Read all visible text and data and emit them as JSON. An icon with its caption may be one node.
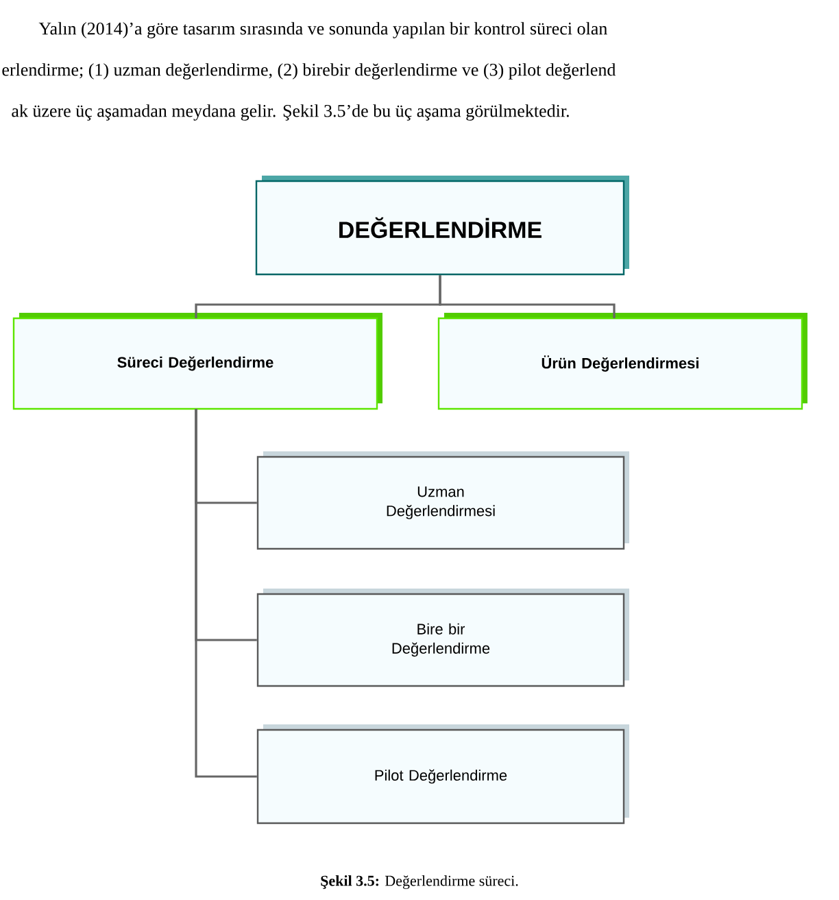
{
  "diagram": {
    "caption": "**Şekil 3.5:** Değerlendirme süreci.",
    "nodes": [
      {
        "text": [
          "DEĞERLENDİRME"
        ]
      },
      {
        "text": [
          "Süreci Değerlendirme"
        ]
      },
      {
        "text": [
          "Ürün Değerlendirmesi"
        ]
      },
      {
        "text": [
          "Uzman Değerlendirmesi"
        ]
      },
      {
        "text": [
          "Bire bir Değerlendirme"
        ]
      },
      {
        "text": [
          "Pilot Değerlendirme"
        ]
      }
    ],
    "edges": [
      {
        "from": 0,
        "to": 1,
        "arrow": "none"
      },
      {
        "from": 0,
        "to": 2,
        "arrow": "none"
      },
      {
        "from": 1,
        "to": 3,
        "arrow": "none"
      },
      {
        "from": 1,
        "to": 4,
        "arrow": "none"
      },
      {
        "from": 1,
        "to": 5,
        "arrow": "none"
      }
    ],
    "labels": [
      "Yalın (2014)’a göre tasarım sırasında ve sonunda yapılan bir kontrol süreci olan",
      "erlendirme; (1) uzman değerlendirme, (2) birebir değerlendirme ve (3) pilot değerlend",
      "ak üzere üç aşamadan meydana gelir. Şekil 3.5’de bu üç aşama görülmektedir."
    ]
  }
}
